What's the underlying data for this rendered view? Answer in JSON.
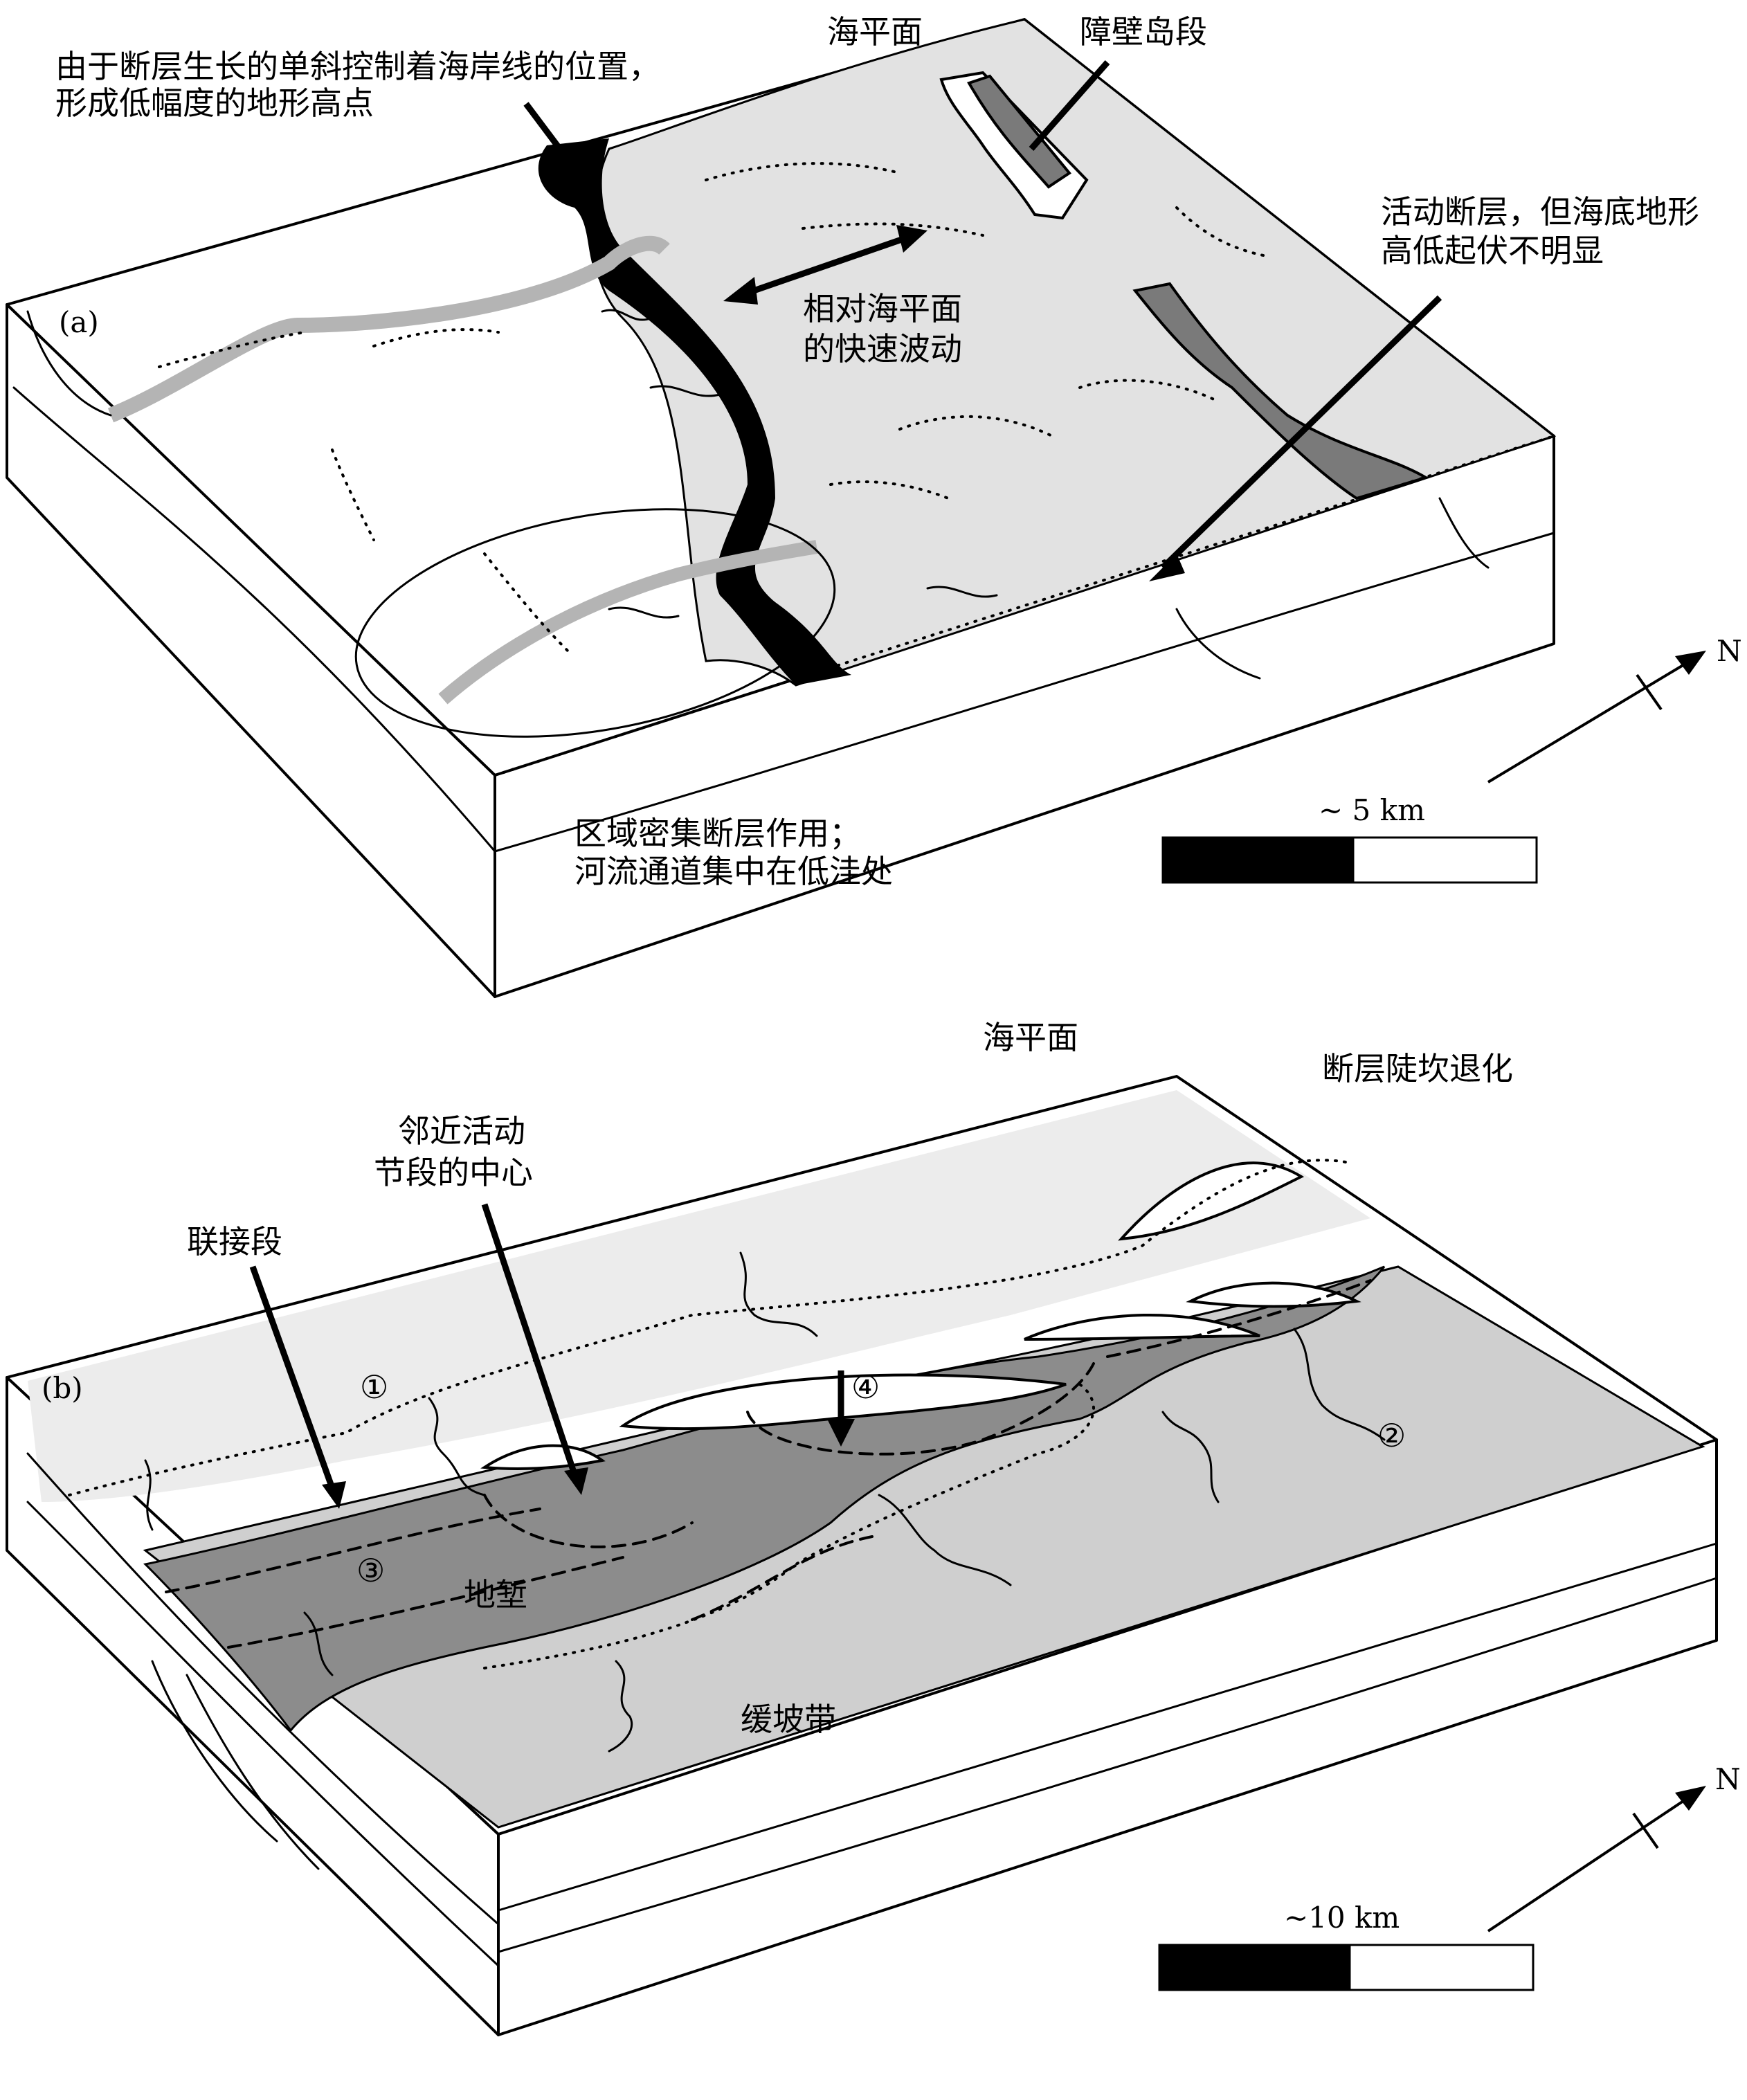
{
  "panel_a": {
    "label": "(a)",
    "sea_level": "海平面",
    "barrier_island": "障壁岛段",
    "monocline_note": [
      "由于断层生长的单斜控制着海岸线的位置，",
      "形成低幅度的地形高点"
    ],
    "active_fault_note": [
      "活动断层，但海底地形",
      "高低起伏不明显"
    ],
    "sea_level_fluctuation": [
      "相对海平面",
      "的快速波动"
    ],
    "regional_faulting_note": [
      "区域密集断层作用；",
      "河流通道集中在低洼处"
    ],
    "scale_label": "~ 5 km",
    "north": "N"
  },
  "panel_b": {
    "label": "(b)",
    "sea_level": "海平面",
    "scarp_degradation": "断层陡坎退化",
    "active_segment_center": [
      "邻近活动",
      "节段的中心"
    ],
    "linkage_segment": "联接段",
    "graben": "地堑",
    "ramp_zone": "缓坡带",
    "markers": [
      "①",
      "②",
      "③",
      "④"
    ],
    "scale_label": "~10 km",
    "north": "N"
  },
  "colors": {
    "sea_light": "#e2e2e2",
    "sea_medium": "#c8c8c8",
    "graben_dark": "#8c8c8c",
    "island_dark": "#7a7a7a",
    "black": "#000000",
    "white": "#ffffff"
  }
}
